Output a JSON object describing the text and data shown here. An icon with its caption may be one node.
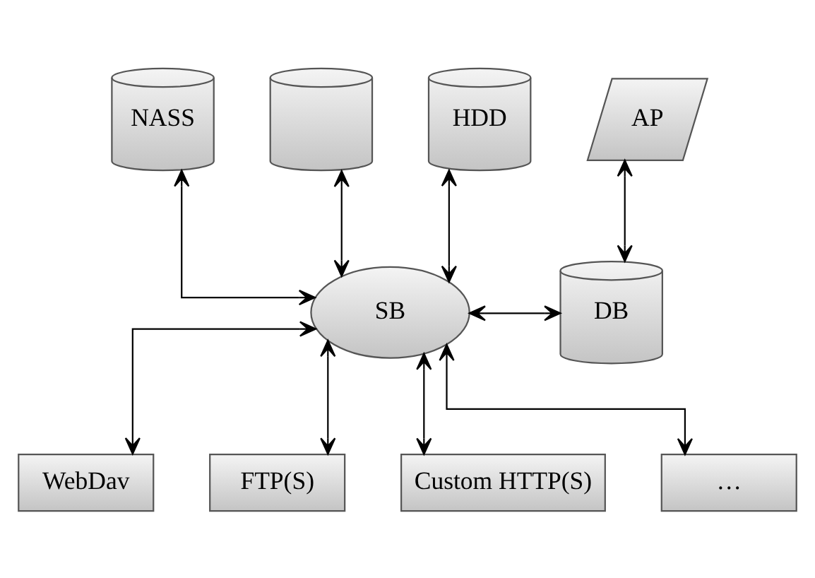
{
  "diagram": {
    "nodes": [
      {
        "text": [
          "AP"
        ]
      },
      {
        "text": [
          "NASS"
        ]
      },
      {
        "text": [],
        "shape": "cylinder"
      },
      {
        "text": [
          "HDD"
        ]
      },
      {
        "text": [
          "SB"
        ]
      },
      {
        "text": [
          "DB"
        ]
      },
      {
        "text": [
          "WebDav"
        ]
      },
      {
        "text": [
          "FTP(S)"
        ]
      },
      {
        "text": [
          "Custom HTTP(S)"
        ]
      },
      {
        "text": [
          "…"
        ]
      }
    ],
    "edges": [
      {
        "from": 0,
        "to": 5,
        "arrow": "both"
      },
      {
        "from": 4,
        "to": 1,
        "arrow": "both"
      },
      {
        "from": 4,
        "to": 2,
        "arrow": "both"
      },
      {
        "from": 4,
        "to": 3,
        "arrow": "both"
      },
      {
        "from": 4,
        "to": 5,
        "arrow": "both"
      },
      {
        "from": 4,
        "to": 6,
        "arrow": "both"
      },
      {
        "from": 4,
        "to": 7,
        "arrow": "both"
      },
      {
        "from": 4,
        "to": 8,
        "arrow": "both"
      },
      {
        "from": 4,
        "to": 9,
        "arrow": "both"
      }
    ]
  }
}
